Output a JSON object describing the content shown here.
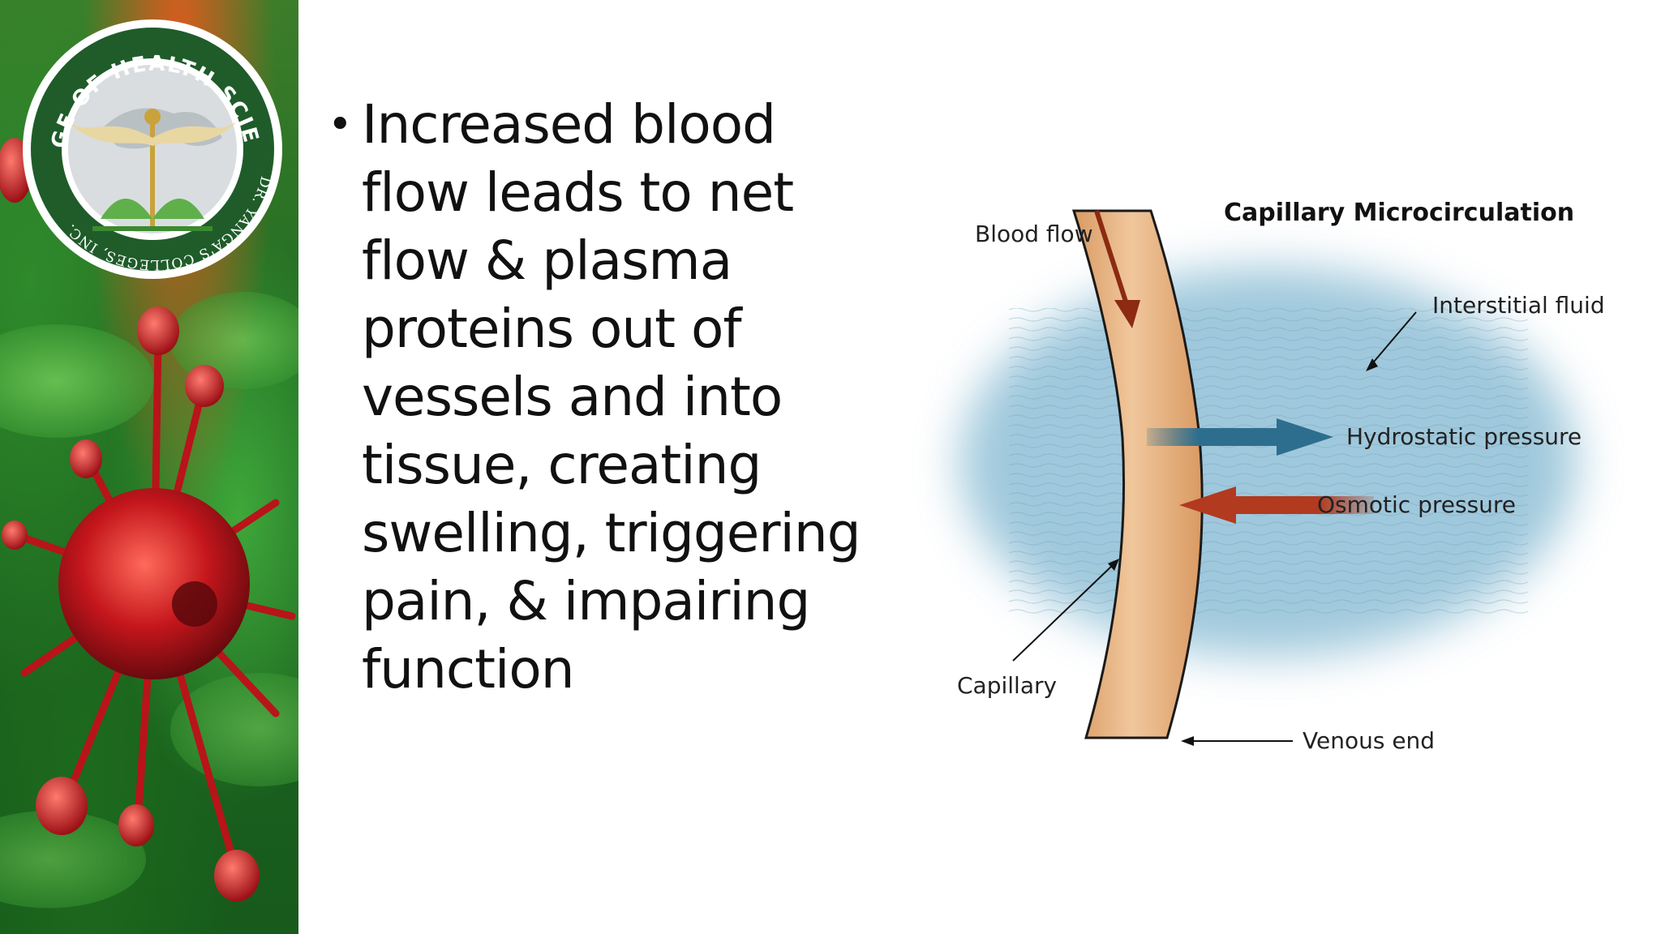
{
  "seal": {
    "arc_top": "COLLEGE OF HEALTH SCIENCES",
    "arc_bottom": "DR. YANGA'S COLLEGES, INC."
  },
  "bullet": {
    "text": "Increased blood flow leads to net flow & plasma proteins out of vessels and into tissue, creating swelling, triggering pain, & impairing function",
    "lines": [
      "Increased blood",
      "flow leads to net",
      "flow & plasma",
      "proteins out of",
      "vessels and into",
      "tissue, creating",
      "swelling, triggering",
      "pain, & impairing",
      "function"
    ]
  },
  "diagram": {
    "title": "Capillary Microcirculation",
    "labels": {
      "blood_flow": "Blood flow",
      "interstitial_fluid": "Interstitial fluid",
      "hydrostatic_pressure": "Hydrostatic pressure",
      "osmotic_pressure": "Osmotic pressure",
      "capillary": "Capillary",
      "venous_end": "Venous end"
    },
    "colors": {
      "fluid": "#8fbfd6",
      "capillary": "#e8b98a",
      "hydrostatic_arrow": "#2d6e8e",
      "osmotic_arrow": "#b23a1e",
      "flow_arrow": "#8c2a12"
    }
  }
}
